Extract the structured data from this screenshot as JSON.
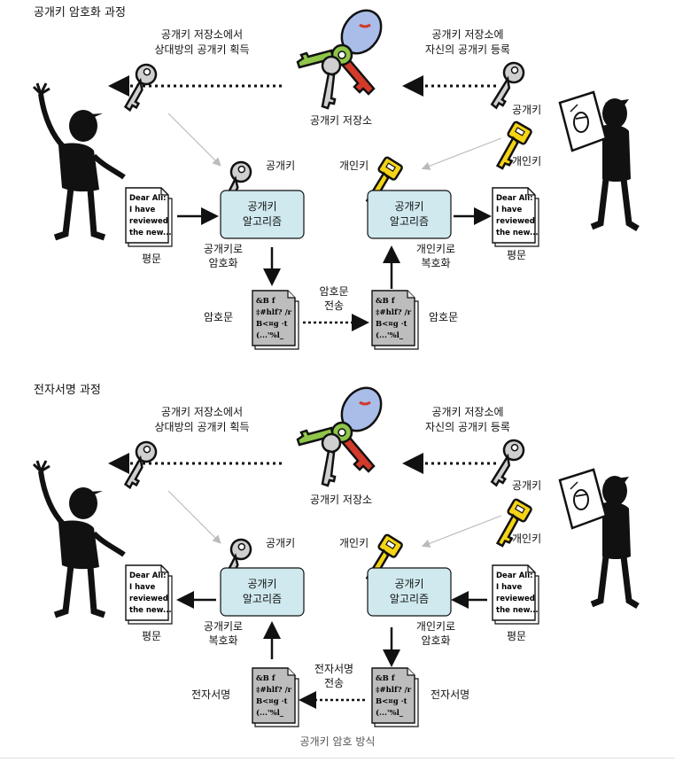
{
  "panels": [
    {
      "title": "공개키 암호화 과정",
      "left_label": [
        "공개키 저장소에서",
        "상대방의 공개키 획득"
      ],
      "right_label": [
        "공개키 저장소에",
        "자신의 공개키 등록"
      ],
      "store_label": "공개키 저장소",
      "right_pub_key": "공개키",
      "right_priv_key": "개인키",
      "left_key_label": "공개키",
      "right_key_label2": "개인키",
      "left_algo": [
        "공개키",
        "알고리즘"
      ],
      "right_algo": [
        "공개키",
        "알고리즘"
      ],
      "left_action": [
        "공개키로",
        "암호화"
      ],
      "right_action": [
        "개인키로",
        "복호화"
      ],
      "left_doc": "평문",
      "right_doc": "평문",
      "left_cipher": "암호문",
      "right_cipher": "암호문",
      "transfer": [
        "암호문",
        "전송"
      ]
    },
    {
      "title": "전자서명 과정",
      "left_label": [
        "공개키 저장소에서",
        "상대방의 공개키 획득"
      ],
      "right_label": [
        "공개키 저장소에",
        "자신의 공개키 등록"
      ],
      "store_label": "공개키 저장소",
      "right_pub_key": "공개키",
      "right_priv_key": "개인키",
      "left_key_label": "공개키",
      "right_key_label2": "개인키",
      "left_algo": [
        "공개키",
        "알고리즘"
      ],
      "right_algo": [
        "공개키",
        "알고리즘"
      ],
      "left_action": [
        "공개키로",
        "복호화"
      ],
      "right_action": [
        "개인키로",
        "암호화"
      ],
      "left_doc": "평문",
      "right_doc": "평문",
      "left_cipher": "전자서명",
      "right_cipher": "전자서명",
      "transfer": [
        "전자서명",
        "전송"
      ]
    }
  ],
  "letter_text": [
    "Dear Ali:",
    "I have",
    "reviewed",
    "the new..."
  ],
  "cipher_text": [
    "&B f",
    "‡#hlf? /r",
    "B<¤g ·t",
    "(...'%l_"
  ],
  "caption": "공개키 암호 방식",
  "colors": {
    "algo_box": "#cfe9ee",
    "key_yellow": "#f5d415",
    "key_gray": "#cfcfcf",
    "key_blue": "#a9bde8",
    "key_green": "#8fc64a",
    "key_red": "#d23a2a"
  }
}
